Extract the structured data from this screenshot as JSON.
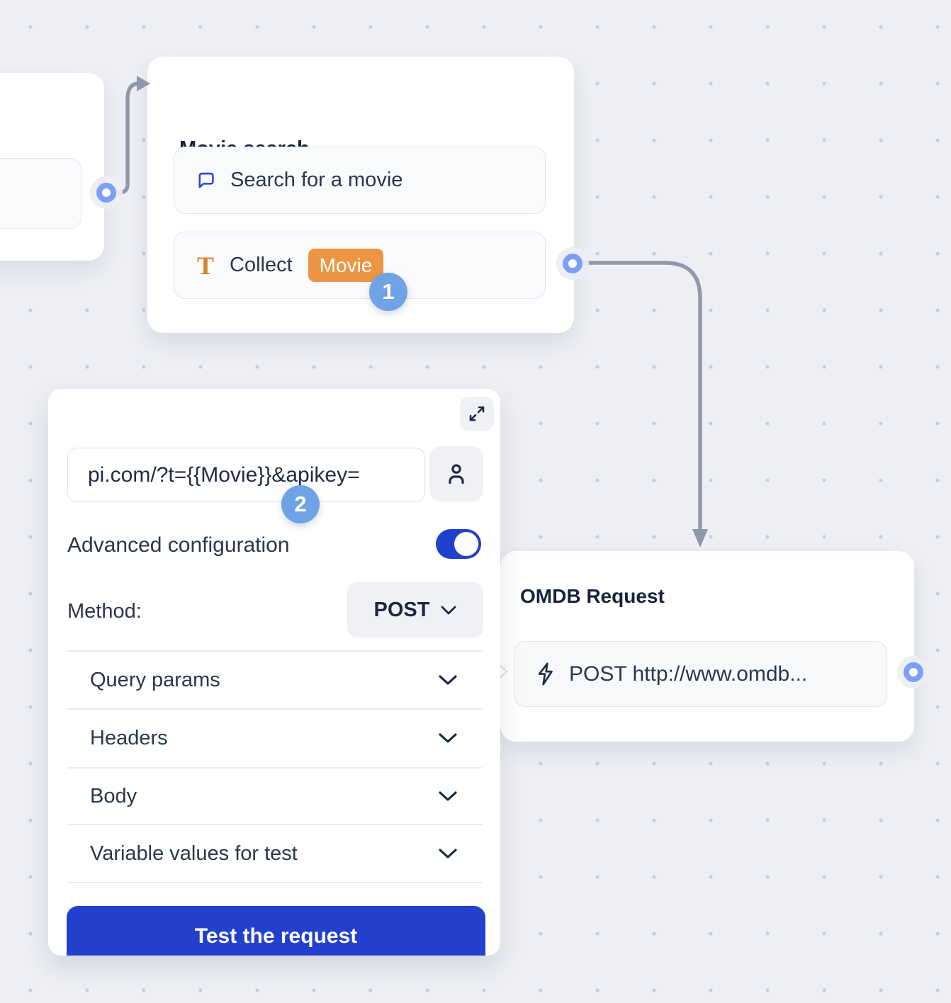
{
  "background": {
    "color": "#EDEFF4",
    "dot_color": "#C8CEDC"
  },
  "palette": {
    "primary_blue": "#2240CB",
    "annotation_badge_blue": "#70A3E5",
    "port_blue": "#7D9FF2",
    "connector_gray": "#9198A9",
    "tag_orange": "#EC9643",
    "icon_orange": "#D9822B",
    "icon_blue": "#2946E0",
    "title_text": "#18223D",
    "body_text": "#2B3650"
  },
  "nodes": {
    "movie_search": {
      "title": "Movie search",
      "items": [
        {
          "icon": "chat-bubble-icon",
          "label": "Search for a movie"
        },
        {
          "icon": "text-collect-icon",
          "icon_glyph": "T",
          "label": "Collect",
          "variable_tag": "Movie"
        }
      ]
    },
    "omdb_request": {
      "title": "OMDB Request",
      "items": [
        {
          "icon": "lightning-icon",
          "label": "POST http://www.omdb..."
        }
      ]
    }
  },
  "webhook_panel": {
    "url_input": {
      "value": "pi.com/?t={{Movie}}&apikey="
    },
    "advanced_configuration": {
      "label": "Advanced configuration",
      "enabled": true
    },
    "method": {
      "label": "Method:",
      "value": "POST"
    },
    "sections": [
      {
        "label": "Query params"
      },
      {
        "label": "Headers"
      },
      {
        "label": "Body"
      },
      {
        "label": "Variable values for test"
      }
    ],
    "test_button_label": "Test the request"
  },
  "annotations": {
    "step_1": "1",
    "step_2": "2"
  }
}
